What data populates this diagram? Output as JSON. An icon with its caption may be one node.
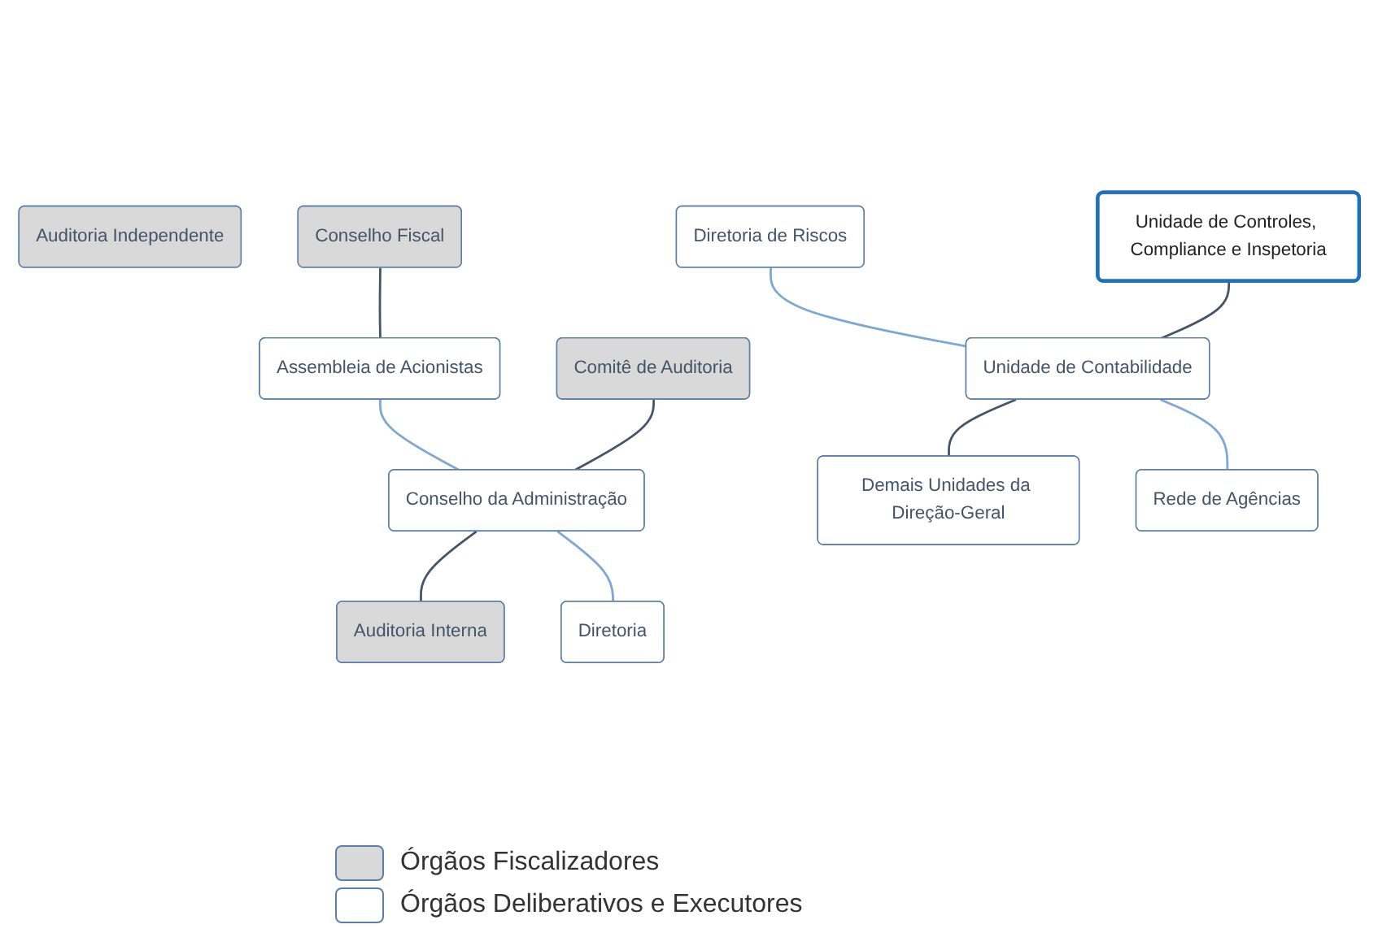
{
  "diagram": {
    "nodes": [
      {
        "text": [
          "Auditoria Independente"
        ]
      },
      {
        "text": [
          "Conselho Fiscal"
        ]
      },
      {
        "text": [
          "Assembleia de Acionistas"
        ]
      },
      {
        "text": [
          "Comitê de Auditoria"
        ]
      },
      {
        "text": [
          "Conselho da Administração"
        ]
      },
      {
        "text": [
          "Auditoria Interna"
        ]
      },
      {
        "text": [
          "Diretoria"
        ]
      },
      {
        "text": [
          "Diretoria de Riscos"
        ]
      },
      {
        "text": [
          "Unidade de Controles, Compliance e Inspetoria"
        ]
      },
      {
        "text": [
          "Unidade de Contabilidade"
        ]
      },
      {
        "text": [
          "Demais Unidades da Direção-Geral"
        ]
      },
      {
        "text": [
          "Rede de Agências"
        ]
      }
    ],
    "edges": [
      {
        "from": 1,
        "to": 2,
        "arrow": "none"
      },
      {
        "from": 2,
        "to": 4,
        "arrow": "none",
        "color": "#7fa7d4"
      },
      {
        "from": 3,
        "to": 4,
        "arrow": "none"
      },
      {
        "from": 4,
        "to": 5,
        "arrow": "none"
      },
      {
        "from": 4,
        "to": 6,
        "arrow": "none",
        "color": "#7fa7d4"
      },
      {
        "from": 7,
        "to": 9,
        "arrow": "none",
        "color": "#7fa7d4"
      },
      {
        "from": 8,
        "to": 9,
        "arrow": "none"
      },
      {
        "from": 9,
        "to": 10,
        "arrow": "none"
      },
      {
        "from": 9,
        "to": 11,
        "arrow": "none",
        "color": "#7fa7d4"
      }
    ],
    "legend": [
      {
        "text": "Órgãos Fiscalizadores",
        "color": "#d9d9d9"
      },
      {
        "text": "Órgãos Deliberativos e Executores",
        "color": "#ffffff"
      }
    ]
  }
}
